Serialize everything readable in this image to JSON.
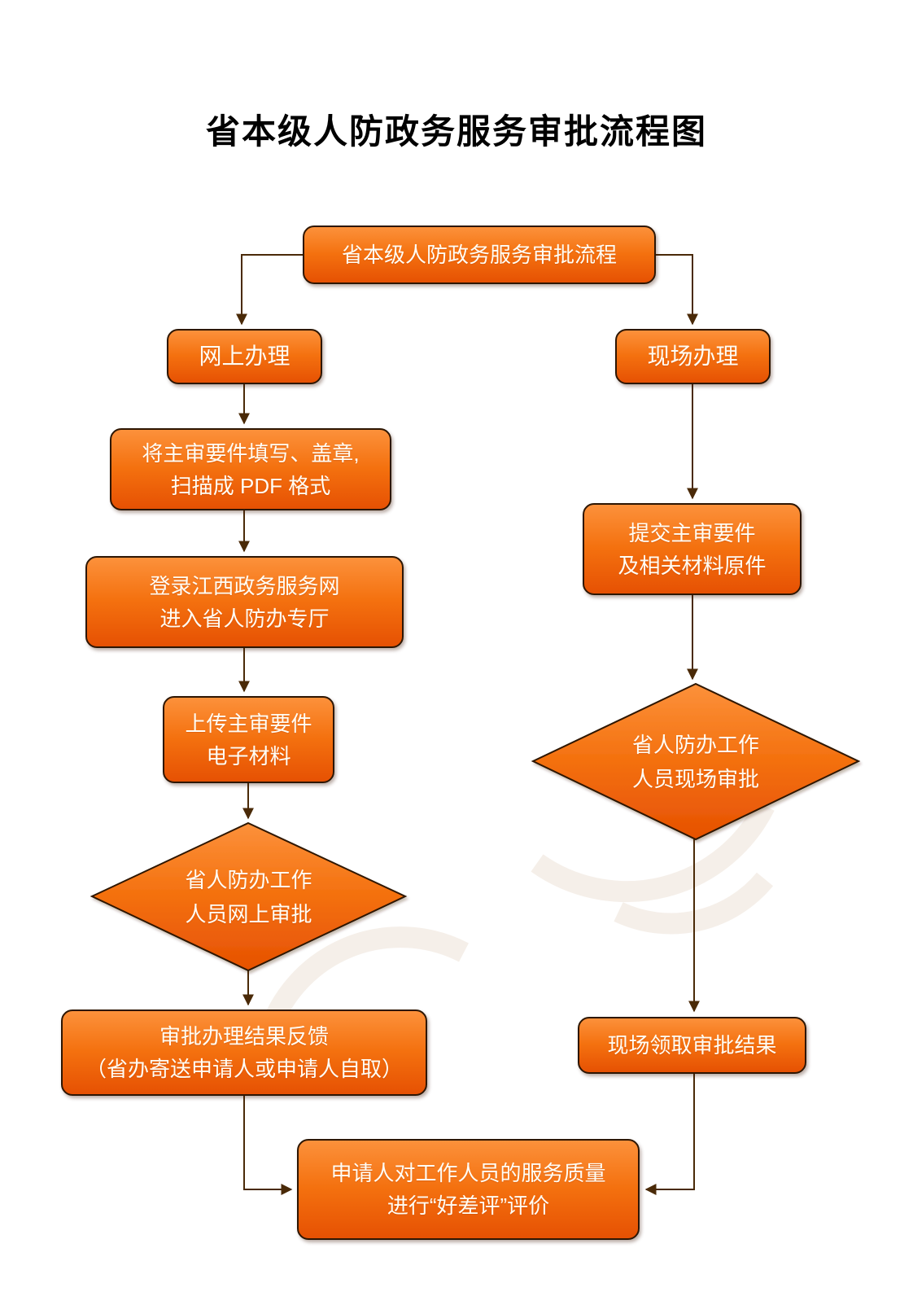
{
  "page": {
    "title": "省本级人防政务服务审批流程图"
  },
  "colors": {
    "background": "#ffffff",
    "title_text": "#000000",
    "node_fill_top": "#fc913b",
    "node_fill_mid": "#f4710f",
    "node_fill_bottom": "#e65103",
    "node_border": "#2d1603",
    "node_text": "#fffdf5",
    "connector": "#4a2a08",
    "watermark": "#f2e9e1"
  },
  "nodes": {
    "start": {
      "label": "省本级人防政务服务审批流程"
    },
    "online": {
      "label": "网上办理"
    },
    "onsite": {
      "label": "现场办理"
    },
    "fill": {
      "line1": "将主审要件填写、盖章,",
      "line2": "扫描成 PDF 格式"
    },
    "login": {
      "line1": "登录江西政务服务网",
      "line2": "进入省人防办专厅"
    },
    "upload": {
      "line1": "上传主审要件",
      "line2": "电子材料"
    },
    "online_review": {
      "line1": "省人防办工作",
      "line2": "人员网上审批"
    },
    "feedback": {
      "line1": "审批办理结果反馈",
      "line2": "（省办寄送申请人或申请人自取）"
    },
    "submit": {
      "line1": "提交主审要件",
      "line2": "及相关材料原件"
    },
    "onsite_review": {
      "line1": "省人防办工作",
      "line2": "人员现场审批"
    },
    "receive": {
      "label": "现场领取审批结果"
    },
    "evaluate": {
      "line1": "申请人对工作人员的服务质量",
      "line2": "进行“好差评”评价"
    }
  }
}
